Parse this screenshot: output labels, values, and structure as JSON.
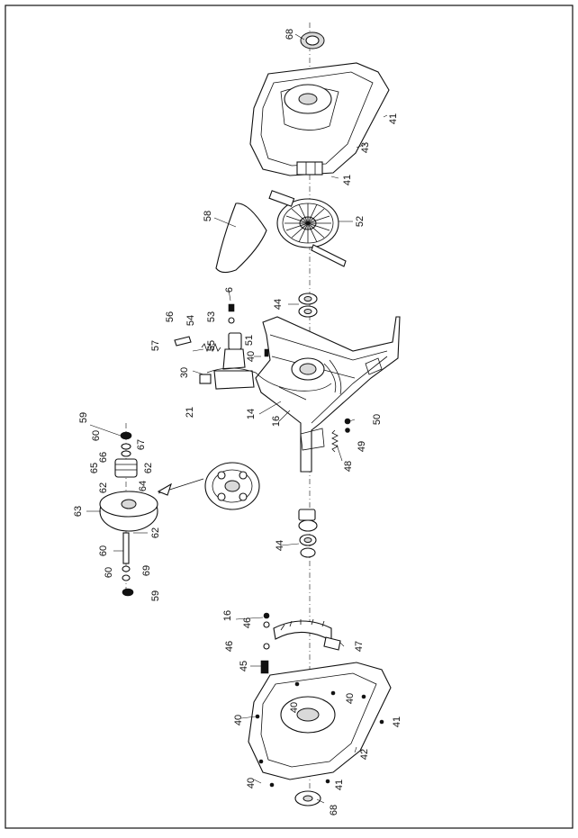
{
  "diagram": {
    "type": "exploded-parts-view",
    "callouts": [
      "68",
      "41",
      "43",
      "41",
      "58",
      "52",
      "6",
      "44",
      "53",
      "54",
      "56",
      "55",
      "57",
      "51",
      "40",
      "30",
      "21",
      "14",
      "16",
      "50",
      "49",
      "48",
      "59",
      "60",
      "67",
      "66",
      "65",
      "62",
      "64",
      "62",
      "63",
      "62",
      "60",
      "60",
      "69",
      "59",
      "44",
      "16",
      "46",
      "47",
      "46",
      "45",
      "40",
      "40",
      "40",
      "41",
      "42",
      "40",
      "41",
      "68"
    ]
  }
}
